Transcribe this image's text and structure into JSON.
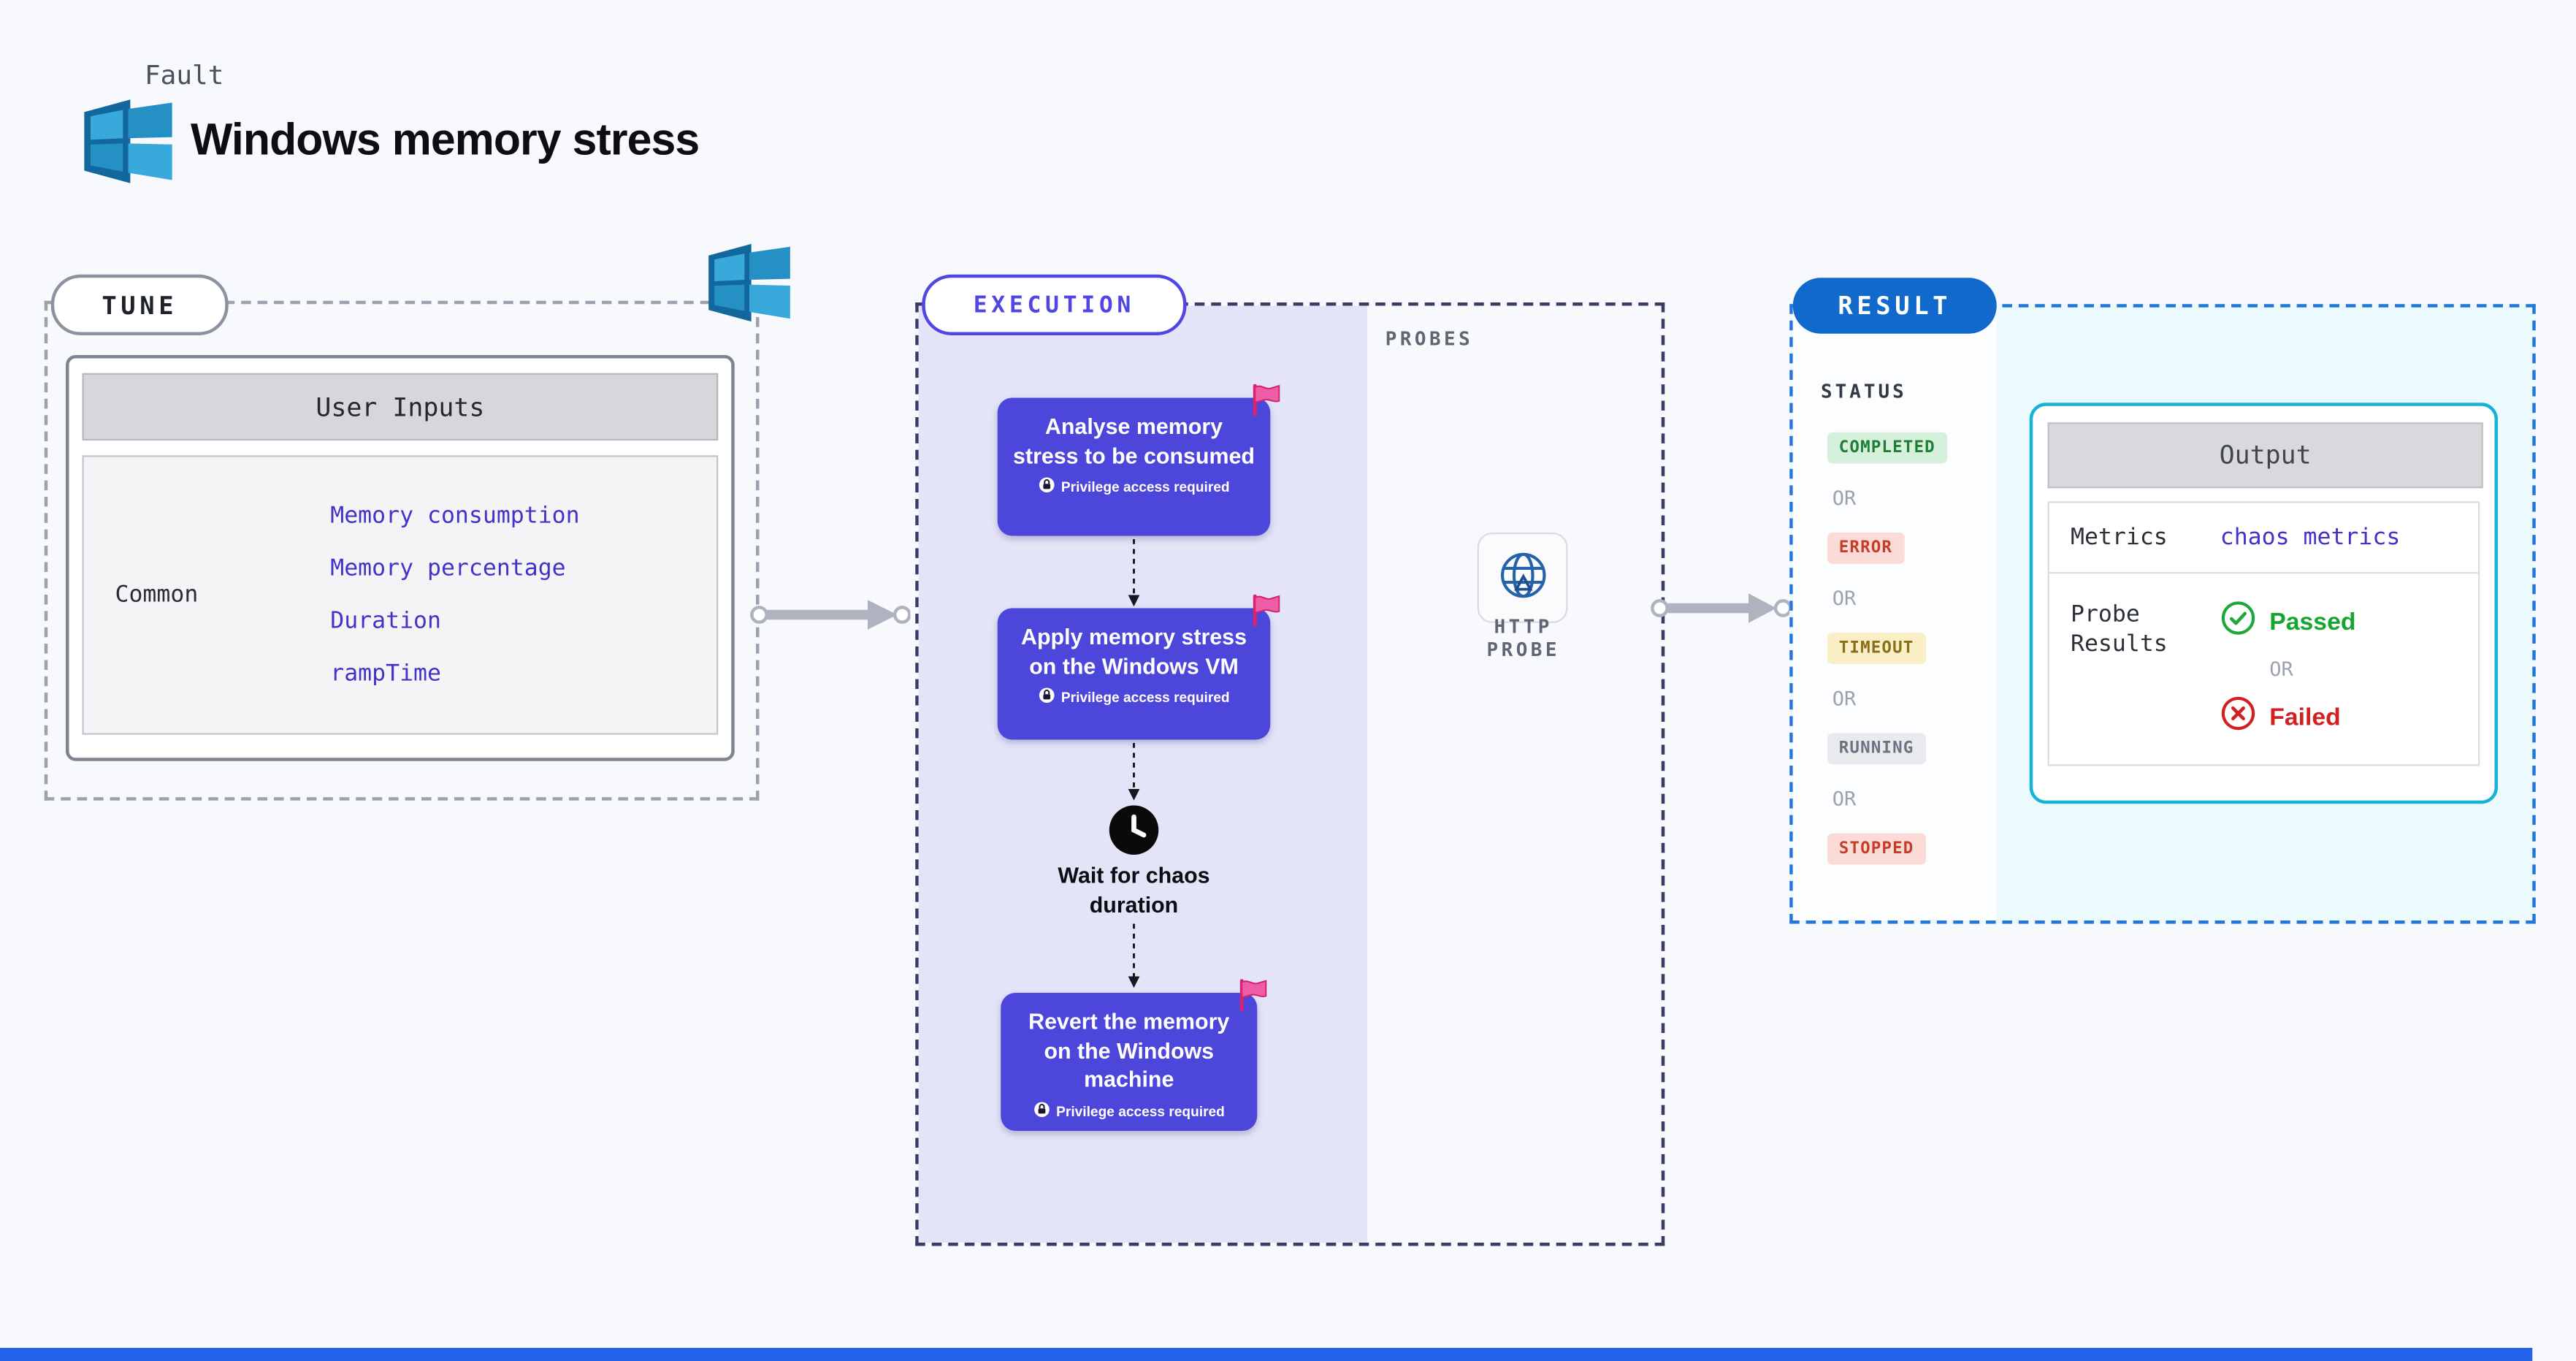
{
  "header": {
    "kicker": "Fault",
    "title": "Windows memory stress"
  },
  "tune": {
    "label": "TUNE",
    "user_inputs": {
      "header": "User Inputs",
      "row_label": "Common",
      "links": [
        "Memory consumption",
        "Memory percentage",
        "Duration",
        "rampTime"
      ]
    }
  },
  "execution": {
    "label": "EXECUTION",
    "privilege_badge": "Privilege access required",
    "steps": {
      "analyse": "Analyse memory stress to be consumed",
      "apply": "Apply memory stress on the Windows VM",
      "wait": "Wait for chaos duration",
      "revert": "Revert the memory on the Windows machine"
    },
    "probes": {
      "section_label": "PROBES",
      "http_probe_label": "HTTP PROBE"
    }
  },
  "result": {
    "label": "RESULT",
    "status_label": "STATUS",
    "or": "OR",
    "statuses": [
      "COMPLETED",
      "ERROR",
      "TIMEOUT",
      "RUNNING",
      "STOPPED"
    ],
    "output": {
      "header": "Output",
      "metrics_label": "Metrics",
      "metrics_link": "chaos metrics",
      "probe_results_label": "Probe Results",
      "passed": "Passed",
      "failed": "Failed"
    }
  },
  "colors": {
    "page_background": "#f7f9fc",
    "accent_indigo": "#4f46e5",
    "step_card_indigo": "#4c46db",
    "result_blue": "#1169cb",
    "output_border_cyan": "#16b3d8",
    "success_green": "#18a52f",
    "error_red": "#d21f1f",
    "warning_amber": "#8a6d1a",
    "flag_pink": "#ef5da8",
    "link_purple": "#4133c9",
    "bottom_bar_blue": "#2563eb"
  }
}
